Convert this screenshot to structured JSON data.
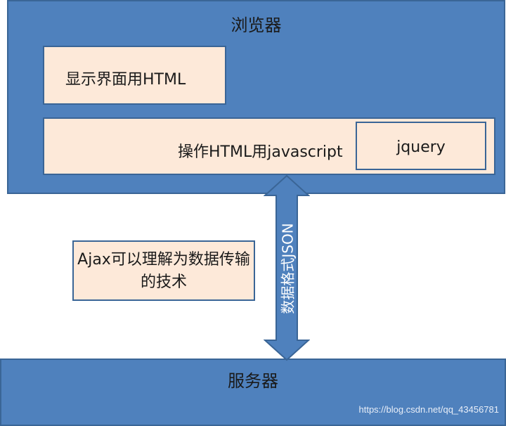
{
  "browser": {
    "title": "浏览器"
  },
  "html_box": {
    "label": "显示界面用HTML"
  },
  "js_box": {
    "label": "操作HTML用javascript"
  },
  "jquery_box": {
    "label": "jquery"
  },
  "ajax_note": {
    "label": "Ajax可以理解为数据传输的技术"
  },
  "arrow": {
    "label": "数据格式JSON"
  },
  "server": {
    "title": "服务器"
  },
  "watermark": "https://blog.csdn.net/qq_43456781",
  "colors": {
    "container_blue": "#4f81bd",
    "box_cream": "#fde9d9",
    "border": "#3a6596"
  }
}
